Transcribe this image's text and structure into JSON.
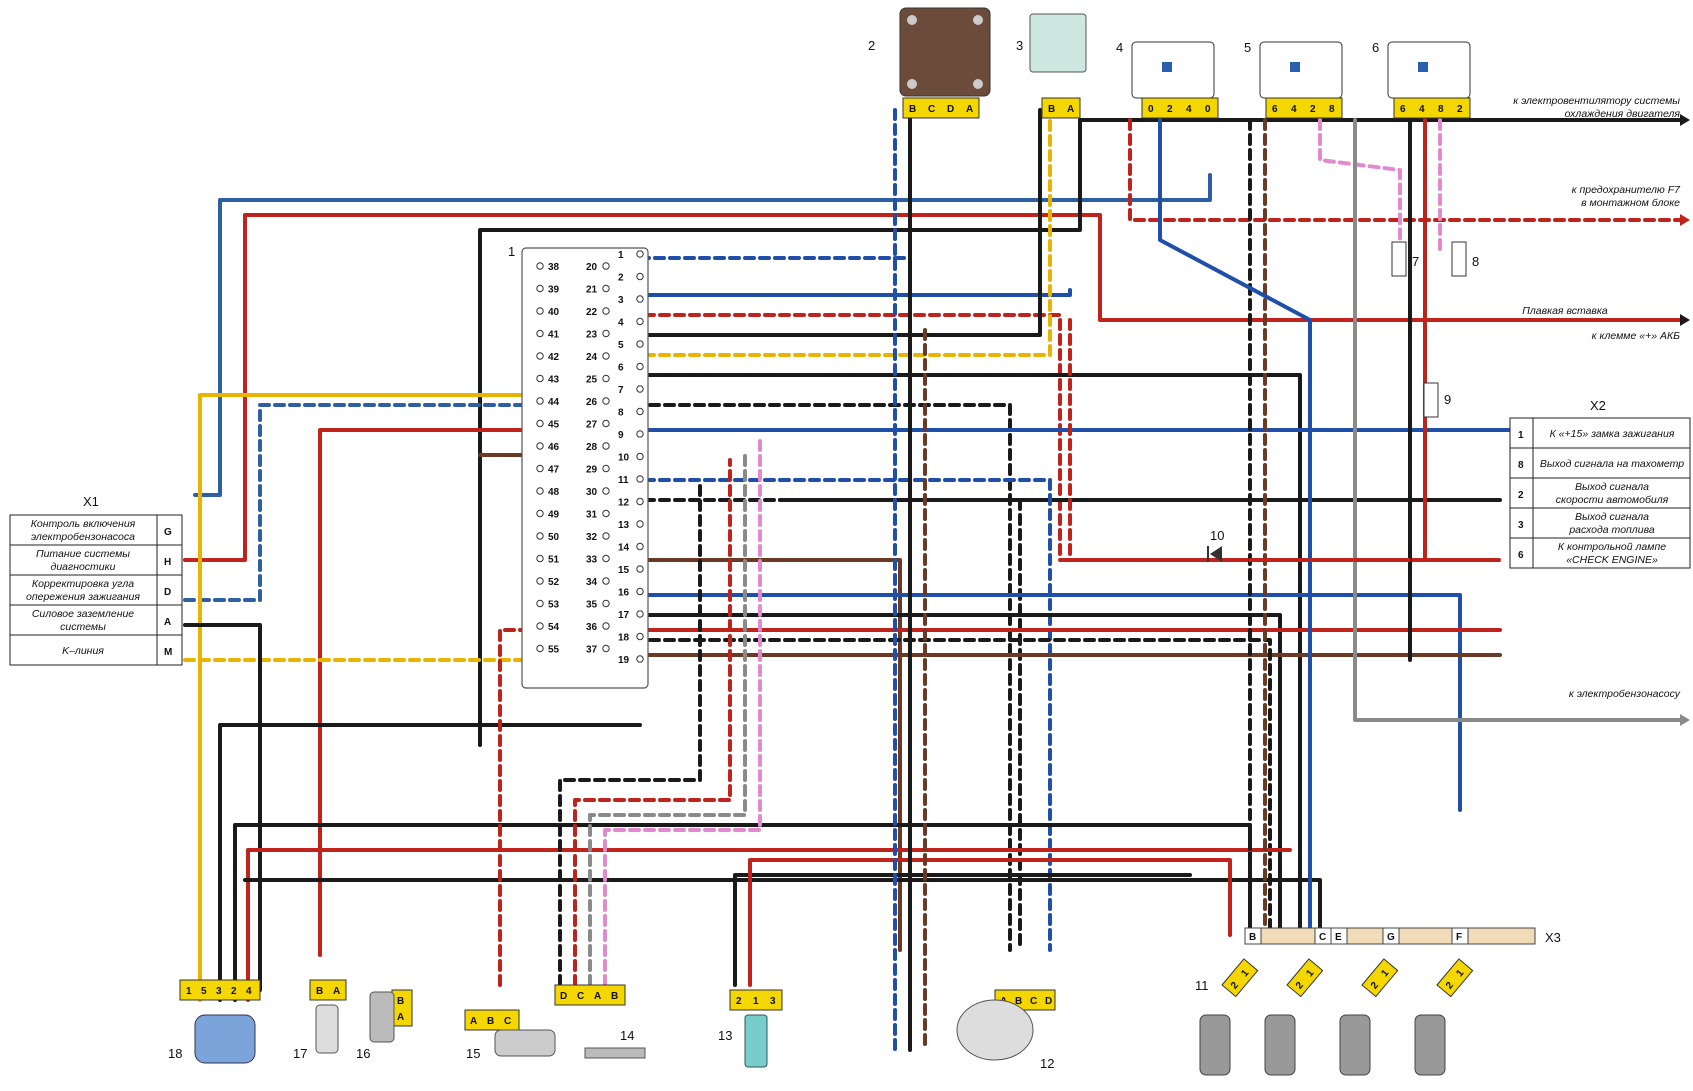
{
  "components": {
    "c1": "1",
    "c2": "2",
    "c3": "3",
    "c4": "4",
    "c5": "5",
    "c6": "6",
    "c7": "7",
    "c8": "8",
    "c9": "9",
    "c10": "10",
    "c11": "11",
    "c12": "12",
    "c13": "13",
    "c14": "14",
    "c15": "15",
    "c16": "16",
    "c17": "17",
    "c18": "18"
  },
  "annotations": {
    "fan_1": "к электровентилятору системы",
    "fan_2": "охлаждения двигателя",
    "fuse_1": "к предохранителю F7",
    "fuse_2": "в монтажном блоке",
    "fusible": "Плавкая вставка",
    "battery": "к клемме «+» АКБ",
    "fuel_pump": "к электробензонасосу"
  },
  "x1": {
    "title": "X1",
    "rows": [
      {
        "text1": "Контроль включения",
        "text2": "электробензонасоса",
        "pin": "G"
      },
      {
        "text1": "Питание системы",
        "text2": "диагностики",
        "pin": "H"
      },
      {
        "text1": "Корректировка угла",
        "text2": "опережения зажигания",
        "pin": "D"
      },
      {
        "text1": "Силовое заземление",
        "text2": "системы",
        "pin": "A"
      },
      {
        "text1": "K–линия",
        "text2": "",
        "pin": "M"
      }
    ]
  },
  "x2": {
    "title": "X2",
    "rows": [
      {
        "pin": "1",
        "text1": "К «+15» замка зажигания",
        "text2": ""
      },
      {
        "pin": "8",
        "text1": "Выход сигнала на тахометр",
        "text2": ""
      },
      {
        "pin": "2",
        "text1": "Выход сигнала",
        "text2": "скорости автомобиля"
      },
      {
        "pin": "3",
        "text1": "Выход сигнала",
        "text2": "расхода топлива"
      },
      {
        "pin": "6",
        "text1": "К контрольной лампе",
        "text2": "«CHECK ENGINE»"
      }
    ]
  },
  "x3": {
    "title": "X3",
    "pins": [
      "B",
      "C",
      "E",
      "G",
      "F"
    ]
  },
  "connector_pins": {
    "c2": [
      "B",
      "C",
      "D",
      "A"
    ],
    "c3": [
      "B",
      "A"
    ],
    "c4": [
      "0",
      "2",
      "4",
      "0"
    ],
    "c5": [
      "6",
      "4",
      "2",
      "8"
    ],
    "c6": [
      "6",
      "4",
      "8",
      "2"
    ],
    "c18": [
      "1",
      "5",
      "3",
      "2",
      "4"
    ],
    "c17": [
      "B",
      "A"
    ],
    "c16": [
      "B",
      "A"
    ],
    "c15": [
      "A",
      "B",
      "C"
    ],
    "c14": [
      "D",
      "C",
      "A",
      "B"
    ],
    "c13": [
      "2",
      "1",
      "3"
    ],
    "c12": [
      "A",
      "B",
      "C",
      "D"
    ],
    "c11": [
      "2",
      "1"
    ]
  },
  "ecu_pins": {
    "left": [
      "38",
      "39",
      "40",
      "41",
      "42",
      "43",
      "44",
      "45",
      "46",
      "47",
      "48",
      "49",
      "50",
      "51",
      "52",
      "53",
      "54",
      "55"
    ],
    "middle": [
      "20",
      "21",
      "22",
      "23",
      "24",
      "25",
      "26",
      "27",
      "28",
      "29",
      "30",
      "31",
      "32",
      "33",
      "34",
      "35",
      "36",
      "37"
    ],
    "right": [
      "1",
      "2",
      "3",
      "4",
      "5",
      "6",
      "7",
      "8",
      "9",
      "10",
      "11",
      "12",
      "13",
      "14",
      "15",
      "16",
      "17",
      "18",
      "19"
    ]
  },
  "colors": {
    "red": "#c0231b",
    "blue": "#1f4fa8",
    "black": "#1a1a1a",
    "yellow": "#e8b400",
    "pink": "#e28ad0",
    "brown": "#6b3a24",
    "gray": "#8a8a8a",
    "connector": "#f4d600"
  }
}
